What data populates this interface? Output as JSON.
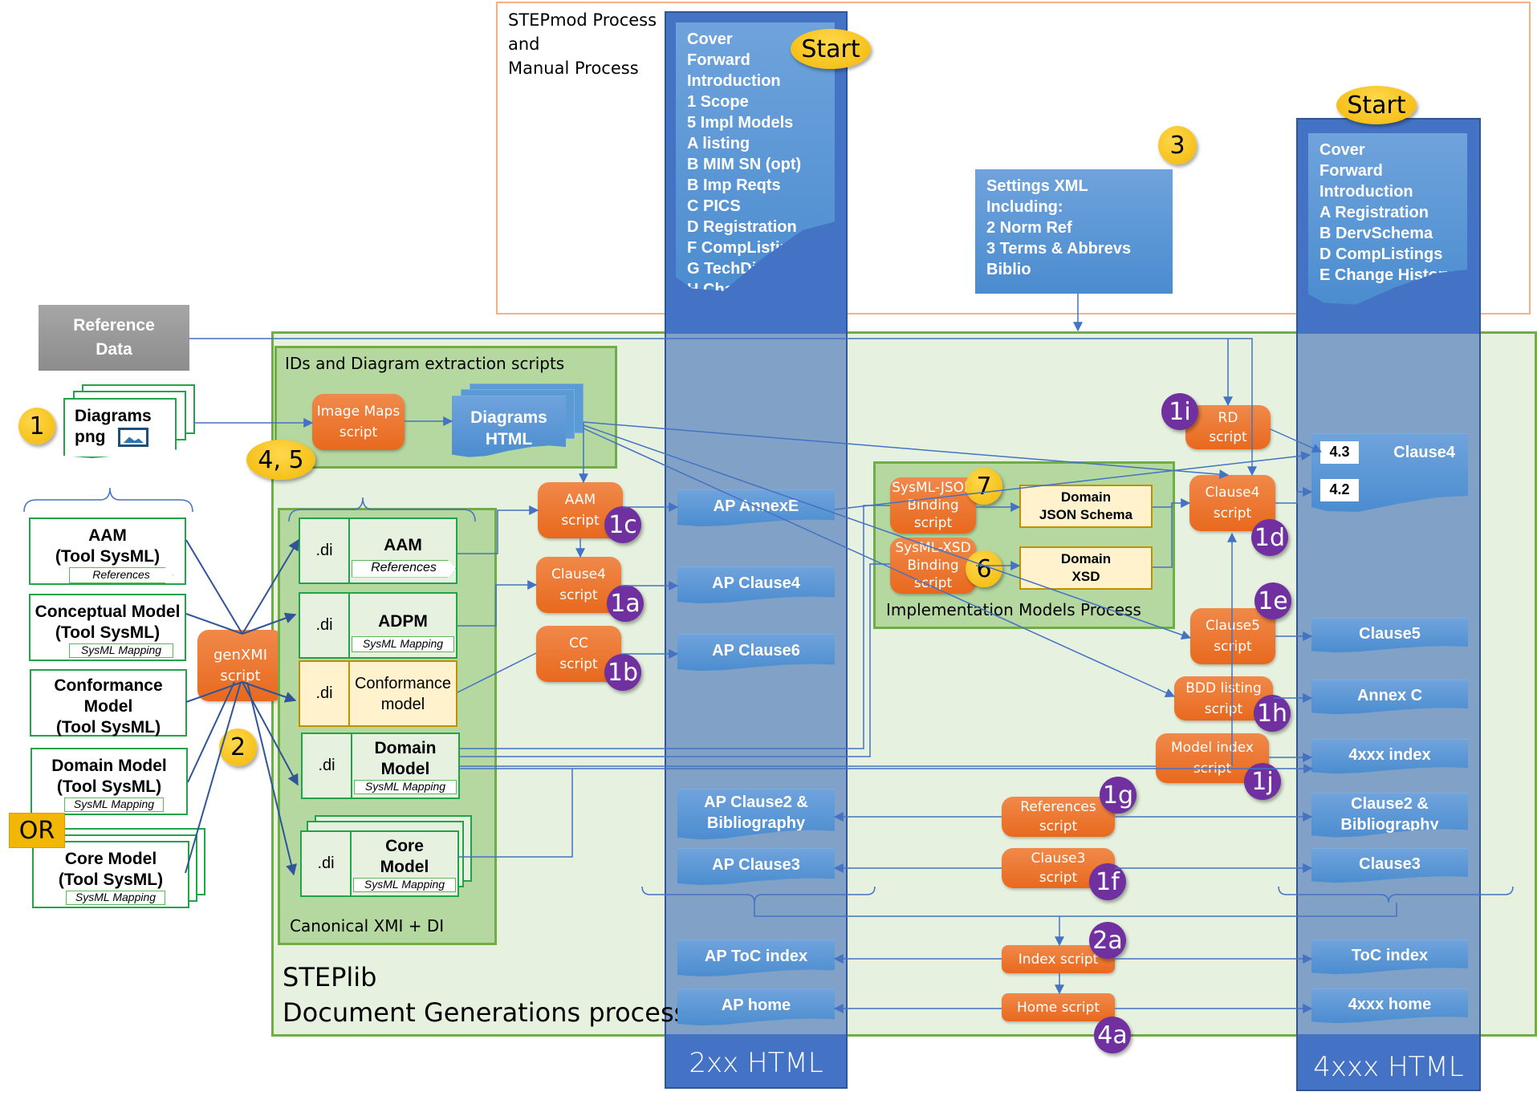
{
  "stepmod": {
    "label_lines": [
      "STEPmod Process",
      "and",
      "Manual Process"
    ],
    "start_label": "Start",
    "ap_doc_items": [
      "Cover",
      "Forward",
      "Introduction",
      "1 Scope",
      "5 Impl Models",
      "A listing",
      "B MIM SN (opt)",
      "B Imp Reqts",
      "C PICS",
      "D Registration",
      "F CompListings",
      "G TechDisc",
      "H Change HIstory"
    ],
    "settings_badge": "3",
    "settings_items": [
      "Settings XML",
      "Including:",
      "2 Norm Ref",
      "3 Terms & Abbrevs",
      "Biblio"
    ],
    "start_label_4xxx": "Start",
    "doc4xxx_items": [
      "Cover",
      "Forward",
      "Introduction",
      "A Registration",
      "B DervSchema",
      "D CompListings",
      "E Change History"
    ]
  },
  "inputs": {
    "reference_data": "Reference Data",
    "diagrams_badge": "1",
    "diagrams_png": [
      "Diagrams",
      "png"
    ],
    "models": [
      {
        "title": [
          "AAM",
          "(Tool SysML)"
        ],
        "tag": "References"
      },
      {
        "title": [
          "Conceptual Model",
          "(Tool SysML)"
        ],
        "tag": "SysML Mapping"
      },
      {
        "title": [
          "Conformance",
          "Model",
          "(Tool SysML)"
        ],
        "tag": ""
      },
      {
        "title": [
          "Domain Model",
          "(Tool SysML)"
        ],
        "tag": "SysML Mapping"
      },
      {
        "title": [
          "Core Model",
          "(Tool SysML)"
        ],
        "tag": "SysML Mapping"
      }
    ],
    "or_label": "OR",
    "genxmi": [
      "genXMI",
      "script"
    ],
    "genxmi_badge": "2"
  },
  "steplib": {
    "title_lines": [
      "STEPlib",
      "Document Generations process"
    ],
    "ids_box_title": "IDs and Diagram extraction scripts",
    "image_maps_script": [
      "Image Maps",
      "script"
    ],
    "diagrams_html": [
      "Diagrams",
      "HTML"
    ],
    "badge_45": "4, 5",
    "canonical_title": "Canonical XMI + DI",
    "canonical_rows": [
      {
        "di": ".di",
        "name": [
          "AAM"
        ],
        "tag": "References"
      },
      {
        "di": ".di",
        "name": [
          "ADPM"
        ],
        "tag": "SysML Mapping"
      },
      {
        "di": ".di",
        "name": [
          "Conformance",
          "model"
        ],
        "tag": ""
      },
      {
        "di": ".di",
        "name": [
          "Domain",
          "Model"
        ],
        "tag": "SysML Mapping"
      },
      {
        "di": ".di",
        "name": [
          "Core",
          "Model"
        ],
        "tag": "SysML Mapping"
      }
    ],
    "scripts": {
      "aam": {
        "label": [
          "AAM",
          "script"
        ],
        "badge": "1c"
      },
      "clause4": {
        "label": [
          "Clause4",
          "script"
        ],
        "badge": "1a"
      },
      "cc": {
        "label": [
          "CC",
          "script"
        ],
        "badge": "1b"
      },
      "rd": {
        "label": [
          "RD",
          "script"
        ],
        "badge": "1i"
      },
      "clause4_4xxx": {
        "label": [
          "Clause4",
          "script"
        ],
        "badge": "1d"
      },
      "clause5": {
        "label": [
          "Clause5",
          "script"
        ],
        "badge": "1e"
      },
      "bdd": {
        "label": [
          "BDD listing",
          "script"
        ],
        "badge": "1h"
      },
      "model_index": {
        "label": [
          "Model index",
          "script"
        ],
        "badge": "1j"
      },
      "references": {
        "label": [
          "References",
          "script"
        ],
        "badge": "1g"
      },
      "clause3": {
        "label": [
          "Clause3",
          "script"
        ],
        "badge": "1f"
      },
      "index": {
        "label": [
          "Index script"
        ],
        "badge": "2a"
      },
      "home": {
        "label": [
          "Home script"
        ],
        "badge": "4a"
      }
    },
    "impl": {
      "title": "Implementation Models Process",
      "json_script": [
        "SysML-JSON",
        "Binding",
        "script"
      ],
      "json_badge": "7",
      "xsd_script": [
        "SysML-XSD",
        "Binding",
        "script"
      ],
      "xsd_badge": "6",
      "json_doc": [
        "Domain",
        "JSON Schema"
      ],
      "xsd_doc": [
        "Domain",
        "XSD"
      ]
    },
    "outputs_2xx": [
      "AP AnnexE",
      "AP Clause4",
      "AP Clause6",
      "AP Clause2 & Bibliography",
      "AP Clause3",
      "AP ToC index",
      "AP home"
    ],
    "outputs_4xxx": {
      "clause4": "Clause4",
      "clause4_subs": [
        "4.3",
        "4.2"
      ],
      "others": [
        "Clause5",
        "Annex C",
        "4xxx index",
        "Clause2 & Bibliography",
        "Clause3",
        "ToC index",
        "4xxx home"
      ]
    }
  },
  "columns": {
    "left_footer": "2xx HTML",
    "right_footer": "4xxx HTML"
  },
  "colors": {
    "script_orange": "#ed7d31",
    "doc_blue": "#5b9bd5",
    "column_blue": "#4472c4",
    "frame_green": "#70ad47",
    "badge_purple": "#7030a0",
    "badge_yellow": "#ffc000",
    "frame_orange": "#f4b183"
  }
}
